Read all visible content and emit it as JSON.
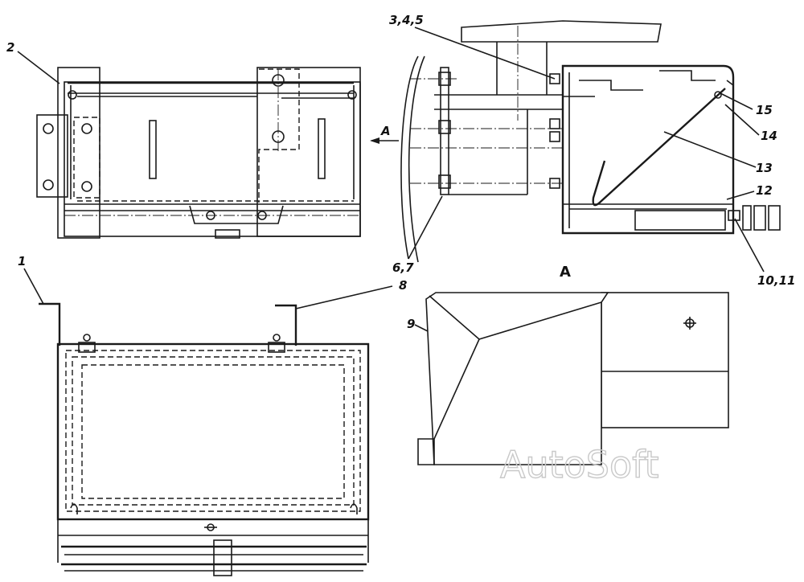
{
  "labels": {
    "p2": "2",
    "p345": "3,4,5",
    "p15": "15",
    "p14": "14",
    "p13": "13",
    "p12": "12",
    "p1011": "10,11",
    "p67": "6,7",
    "p1": "1",
    "p8": "8",
    "p9": "9",
    "view_arrow": "A",
    "view_title": "A"
  },
  "watermark": "AutoSoft",
  "colors": {
    "line": "#1a1a1a",
    "watermark": "#c9c9c9",
    "background": "#ffffff"
  }
}
